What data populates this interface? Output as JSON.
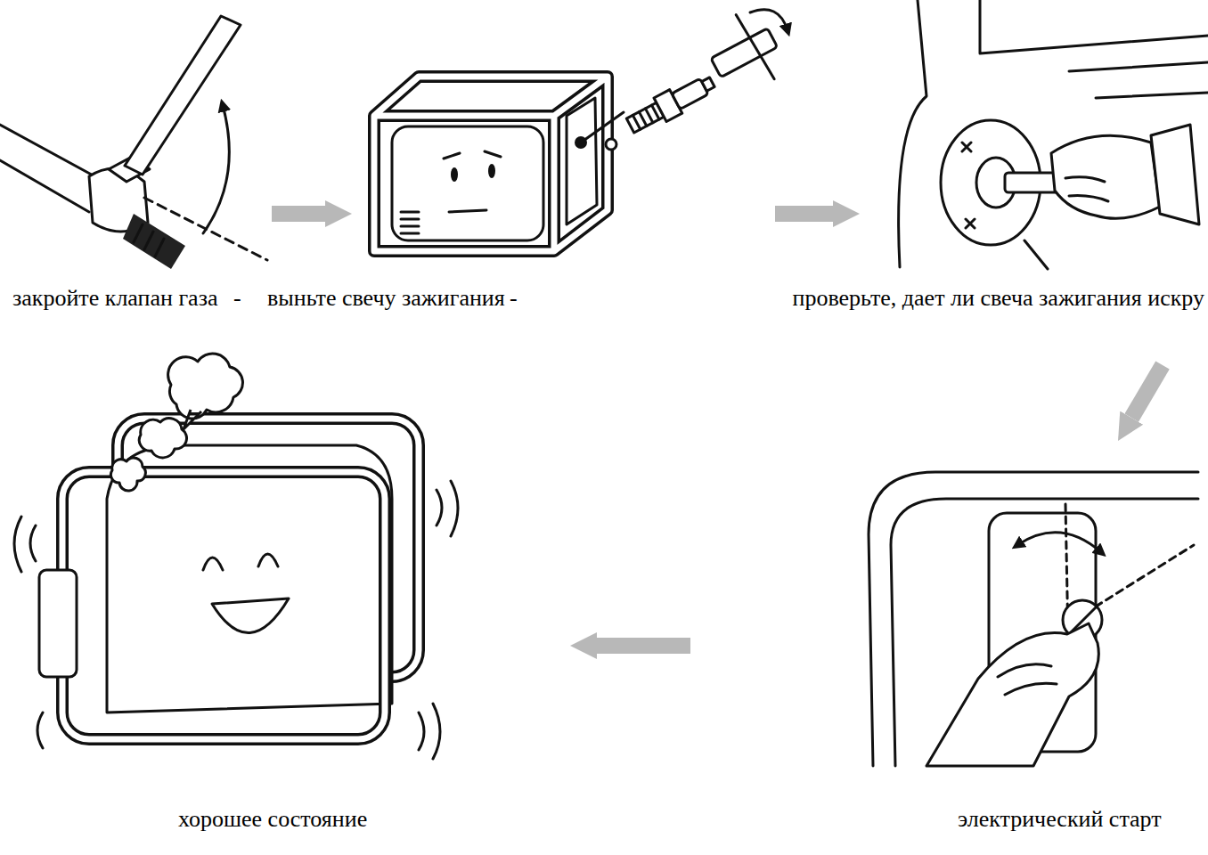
{
  "diagram": {
    "nodes": [
      {
        "text": [
          "закройте клапан газа"
        ]
      },
      {
        "text": [
          "выньте свечу зажигания"
        ]
      },
      {
        "text": [
          "проверьте, дает ли свеча зажигания искру"
        ]
      },
      {
        "text": [
          "хорошее состояние"
        ]
      },
      {
        "text": [
          "электрический старт"
        ]
      }
    ],
    "edges": [
      {
        "from": 0,
        "to": 1,
        "arrow": "to"
      },
      {
        "from": 1,
        "to": 2,
        "arrow": "to"
      },
      {
        "from": 2,
        "to": 4,
        "arrow": "to"
      },
      {
        "from": 4,
        "to": 3,
        "arrow": "to"
      }
    ],
    "labels": [
      "-",
      "-"
    ]
  }
}
